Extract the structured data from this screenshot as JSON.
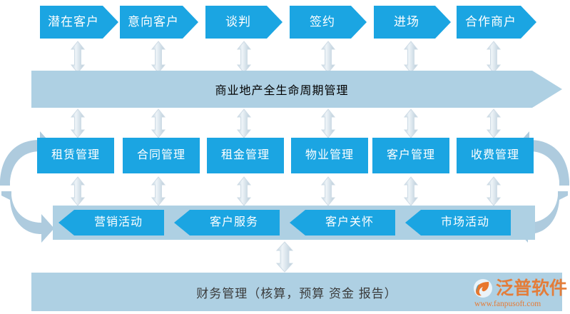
{
  "diagram": {
    "title": "商业地产全生命周期管理",
    "stage_row": {
      "name": "customer-lifecycle-stages",
      "items": [
        {
          "label": "潜在客户"
        },
        {
          "label": "意向客户"
        },
        {
          "label": "谈判"
        },
        {
          "label": "签约"
        },
        {
          "label": "进场"
        },
        {
          "label": "合作商户"
        }
      ]
    },
    "banner": {
      "label": "商业地产全生命周期管理"
    },
    "module_row": {
      "name": "management-modules",
      "items": [
        {
          "label": "租赁管理"
        },
        {
          "label": "合同管理"
        },
        {
          "label": "租金管理"
        },
        {
          "label": "物业管理"
        },
        {
          "label": "客户管理"
        },
        {
          "label": "收费管理"
        }
      ]
    },
    "activity_row": {
      "name": "marketing-activities",
      "items": [
        {
          "label": "营销活动"
        },
        {
          "label": "客户服务"
        },
        {
          "label": "客户关怀"
        },
        {
          "label": "市场活动"
        }
      ]
    },
    "footer": {
      "label": "财务管理（核算，预算 资金 报告）"
    },
    "watermark": {
      "name": "泛普软件",
      "url": "www.fanpusoft.com"
    },
    "colors": {
      "accent_blue": "#1BA5E2",
      "light_blue": "#AED0E3",
      "arrow_gray": "#C7D7E3",
      "watermark_orange": "#E8762C",
      "text_dark": "#3a3a3a"
    }
  }
}
